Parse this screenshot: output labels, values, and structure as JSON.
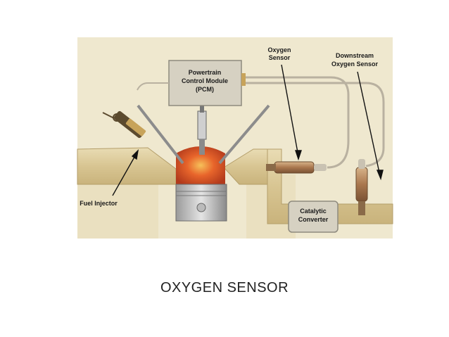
{
  "diagram": {
    "labels": {
      "pcm_line1": "Powertrain",
      "pcm_line2": "Control Module",
      "pcm_line3": "(PCM)",
      "oxygen_line1": "Oxygen",
      "oxygen_line2": "Sensor",
      "downstream_line1": "Downstream",
      "downstream_line2": "Oxygen Sensor",
      "injector": "Fuel Injector",
      "catalytic_line1": "Catalytic",
      "catalytic_line2": "Converter"
    },
    "colors": {
      "background": "#efe8cf",
      "pipe": "#d9c89a",
      "module": "#d6d1c2",
      "flame": "#e2572a",
      "wire": "#b9b1a0"
    }
  },
  "caption": "OXYGEN SENSOR"
}
